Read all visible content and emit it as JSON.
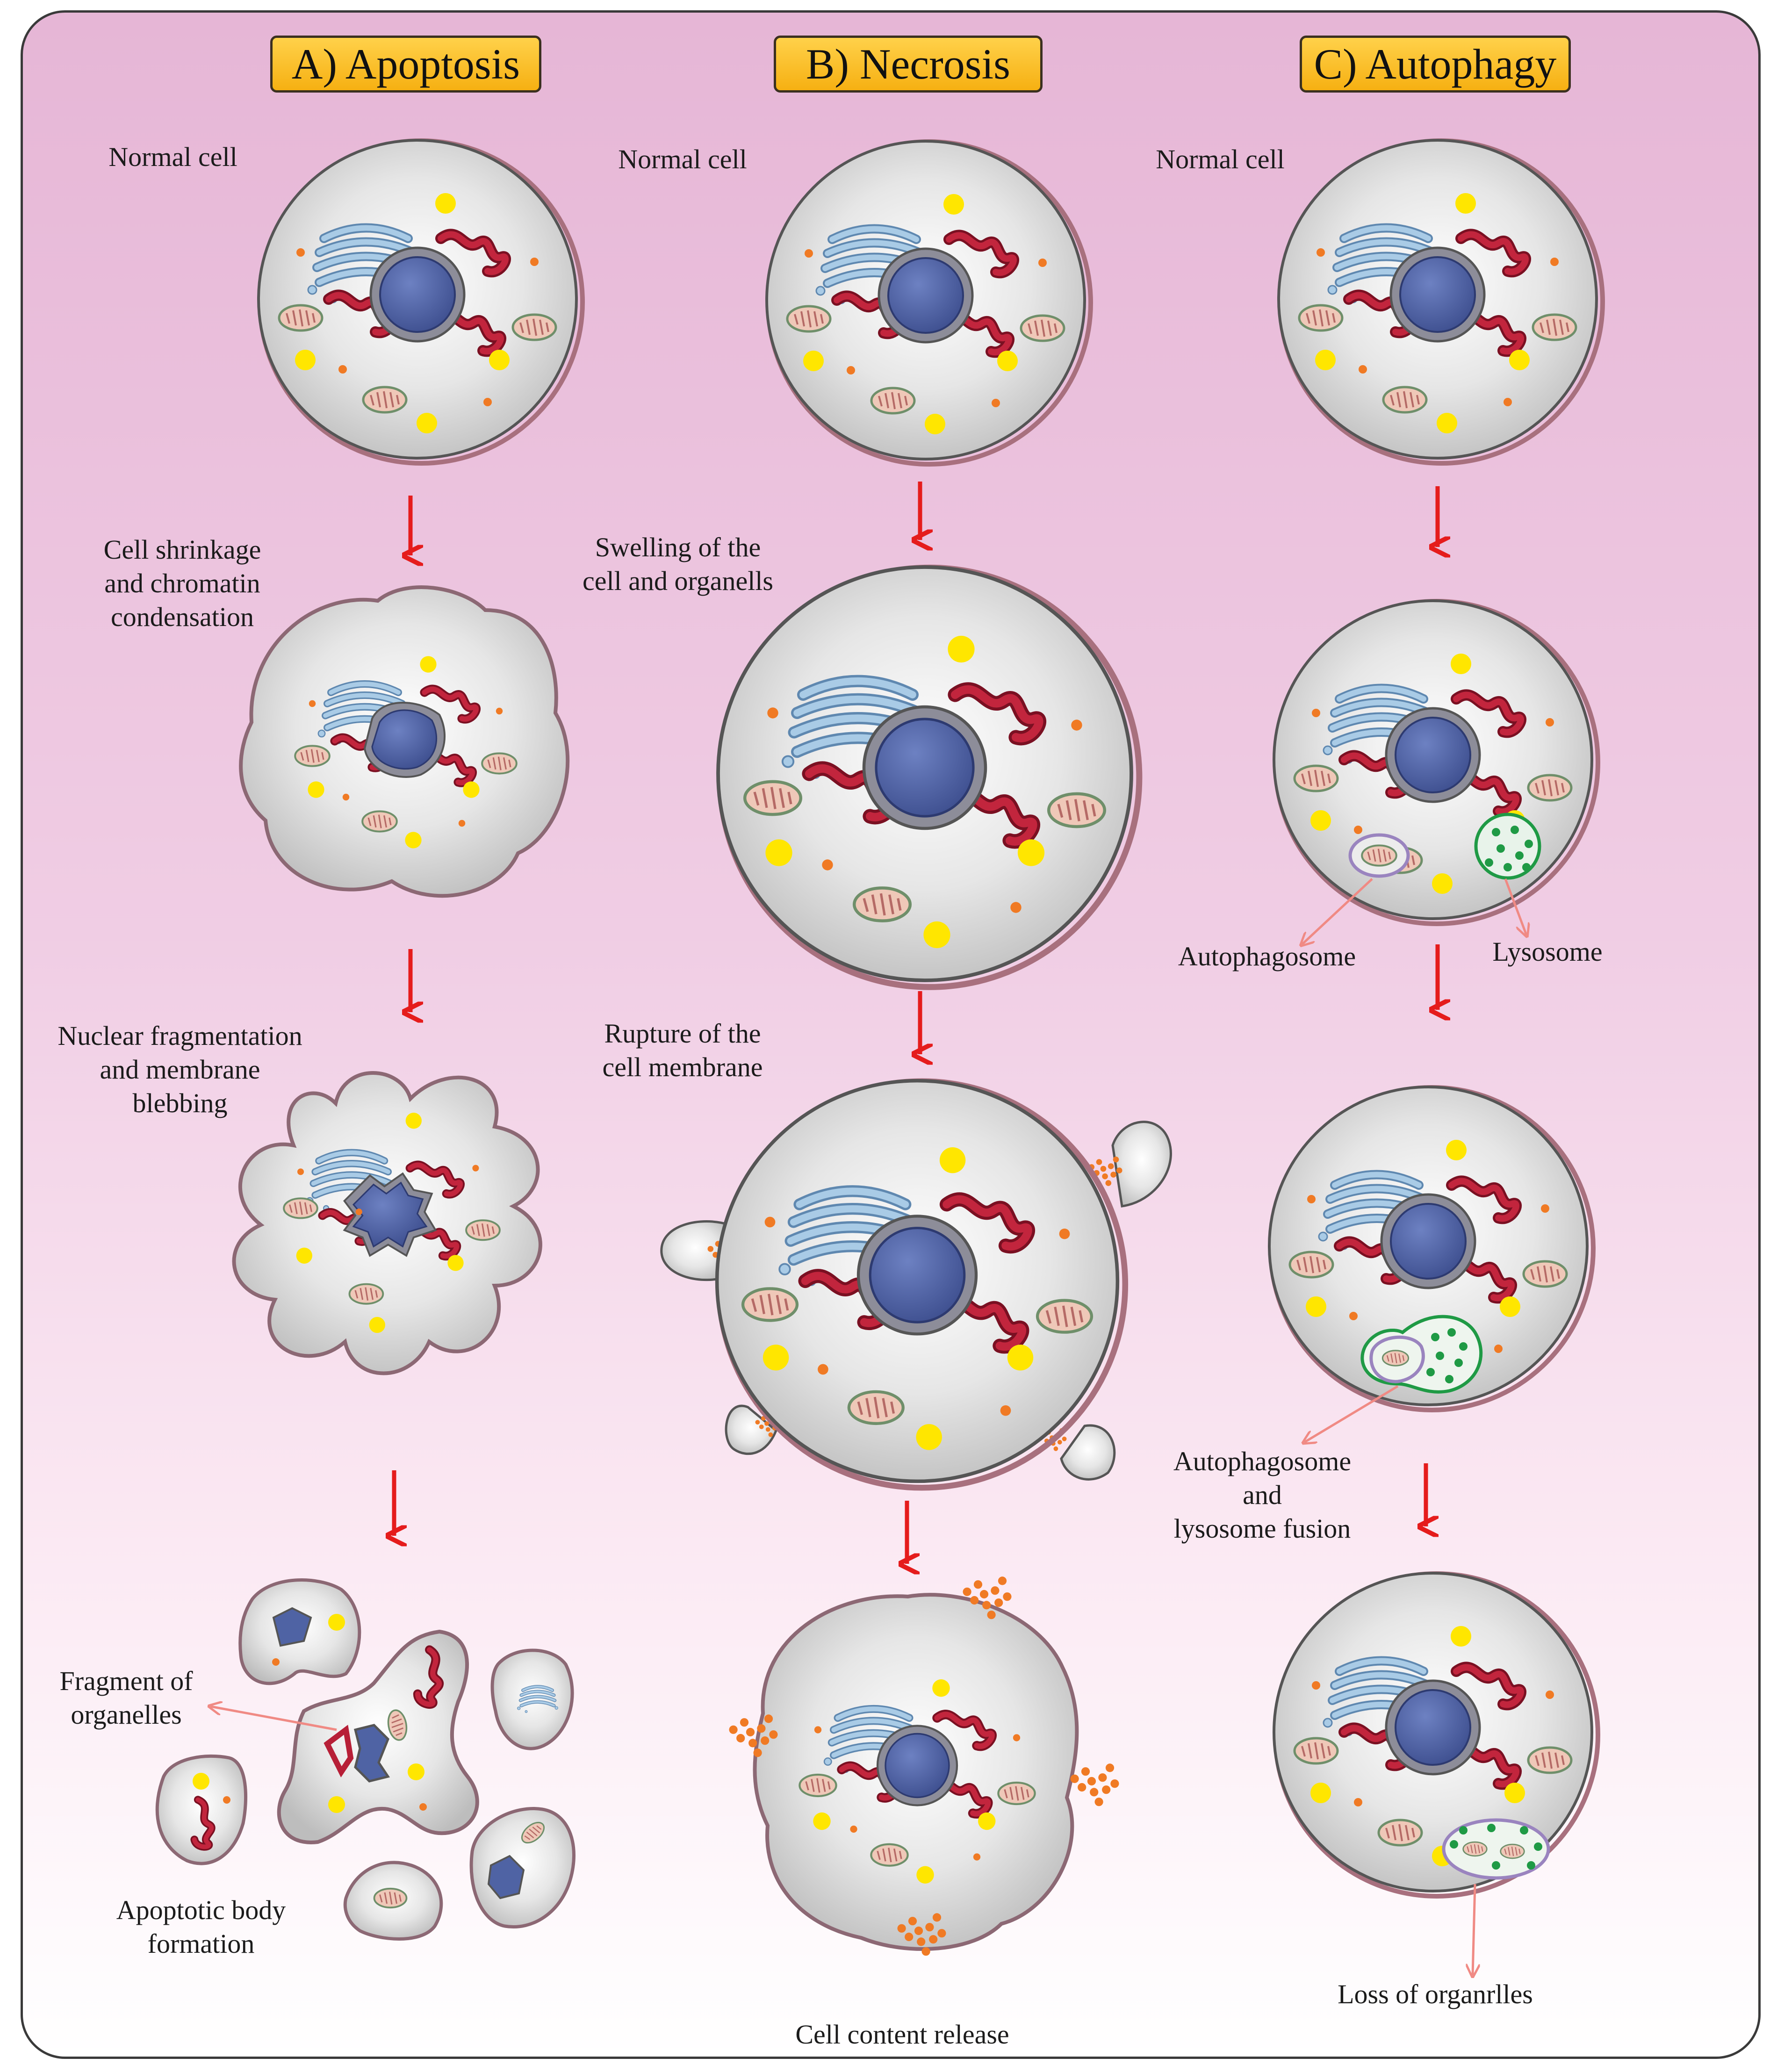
{
  "columns": [
    {
      "header": "A) Apoptosis",
      "stages": [
        "Normal cell",
        "Cell shrinkage\nand chromatin\ncondensation",
        "Nuclear fragmentation\nand membrane\nblebbing",
        "Apoptotic body\nformation"
      ],
      "annotations": [
        "Fragment of\norganelles"
      ]
    },
    {
      "header": "B) Necrosis",
      "stages": [
        "Normal cell",
        "Swelling of the\ncell and organells",
        "Rupture of the\ncell membrane",
        "Cell content release"
      ],
      "annotations": []
    },
    {
      "header": "C) Autophagy",
      "stages": [
        "Normal cell"
      ],
      "annotations": [
        "Autophagosome",
        "Lysosome",
        "Autophagosome\nand\nlysosome fusion",
        "Loss of organrlles"
      ]
    }
  ],
  "colors": {
    "background_top": "#e6b6d6",
    "header_fill": "#ffc72c",
    "cell_fill": "#dcdcdc",
    "cell_outline": "#8c6874",
    "nucleus": "#4f63a4",
    "golgi": "#9cc0dc",
    "er": "#b71f37",
    "mitochondria": "#efc8b8",
    "granule_yellow": "#ffe600",
    "granule_orange": "#f07a24",
    "arrow": "#e51c1c",
    "pointer": "#f08a84",
    "autophagosome": "#9a84bf",
    "lysosome": "#1f9a45"
  }
}
